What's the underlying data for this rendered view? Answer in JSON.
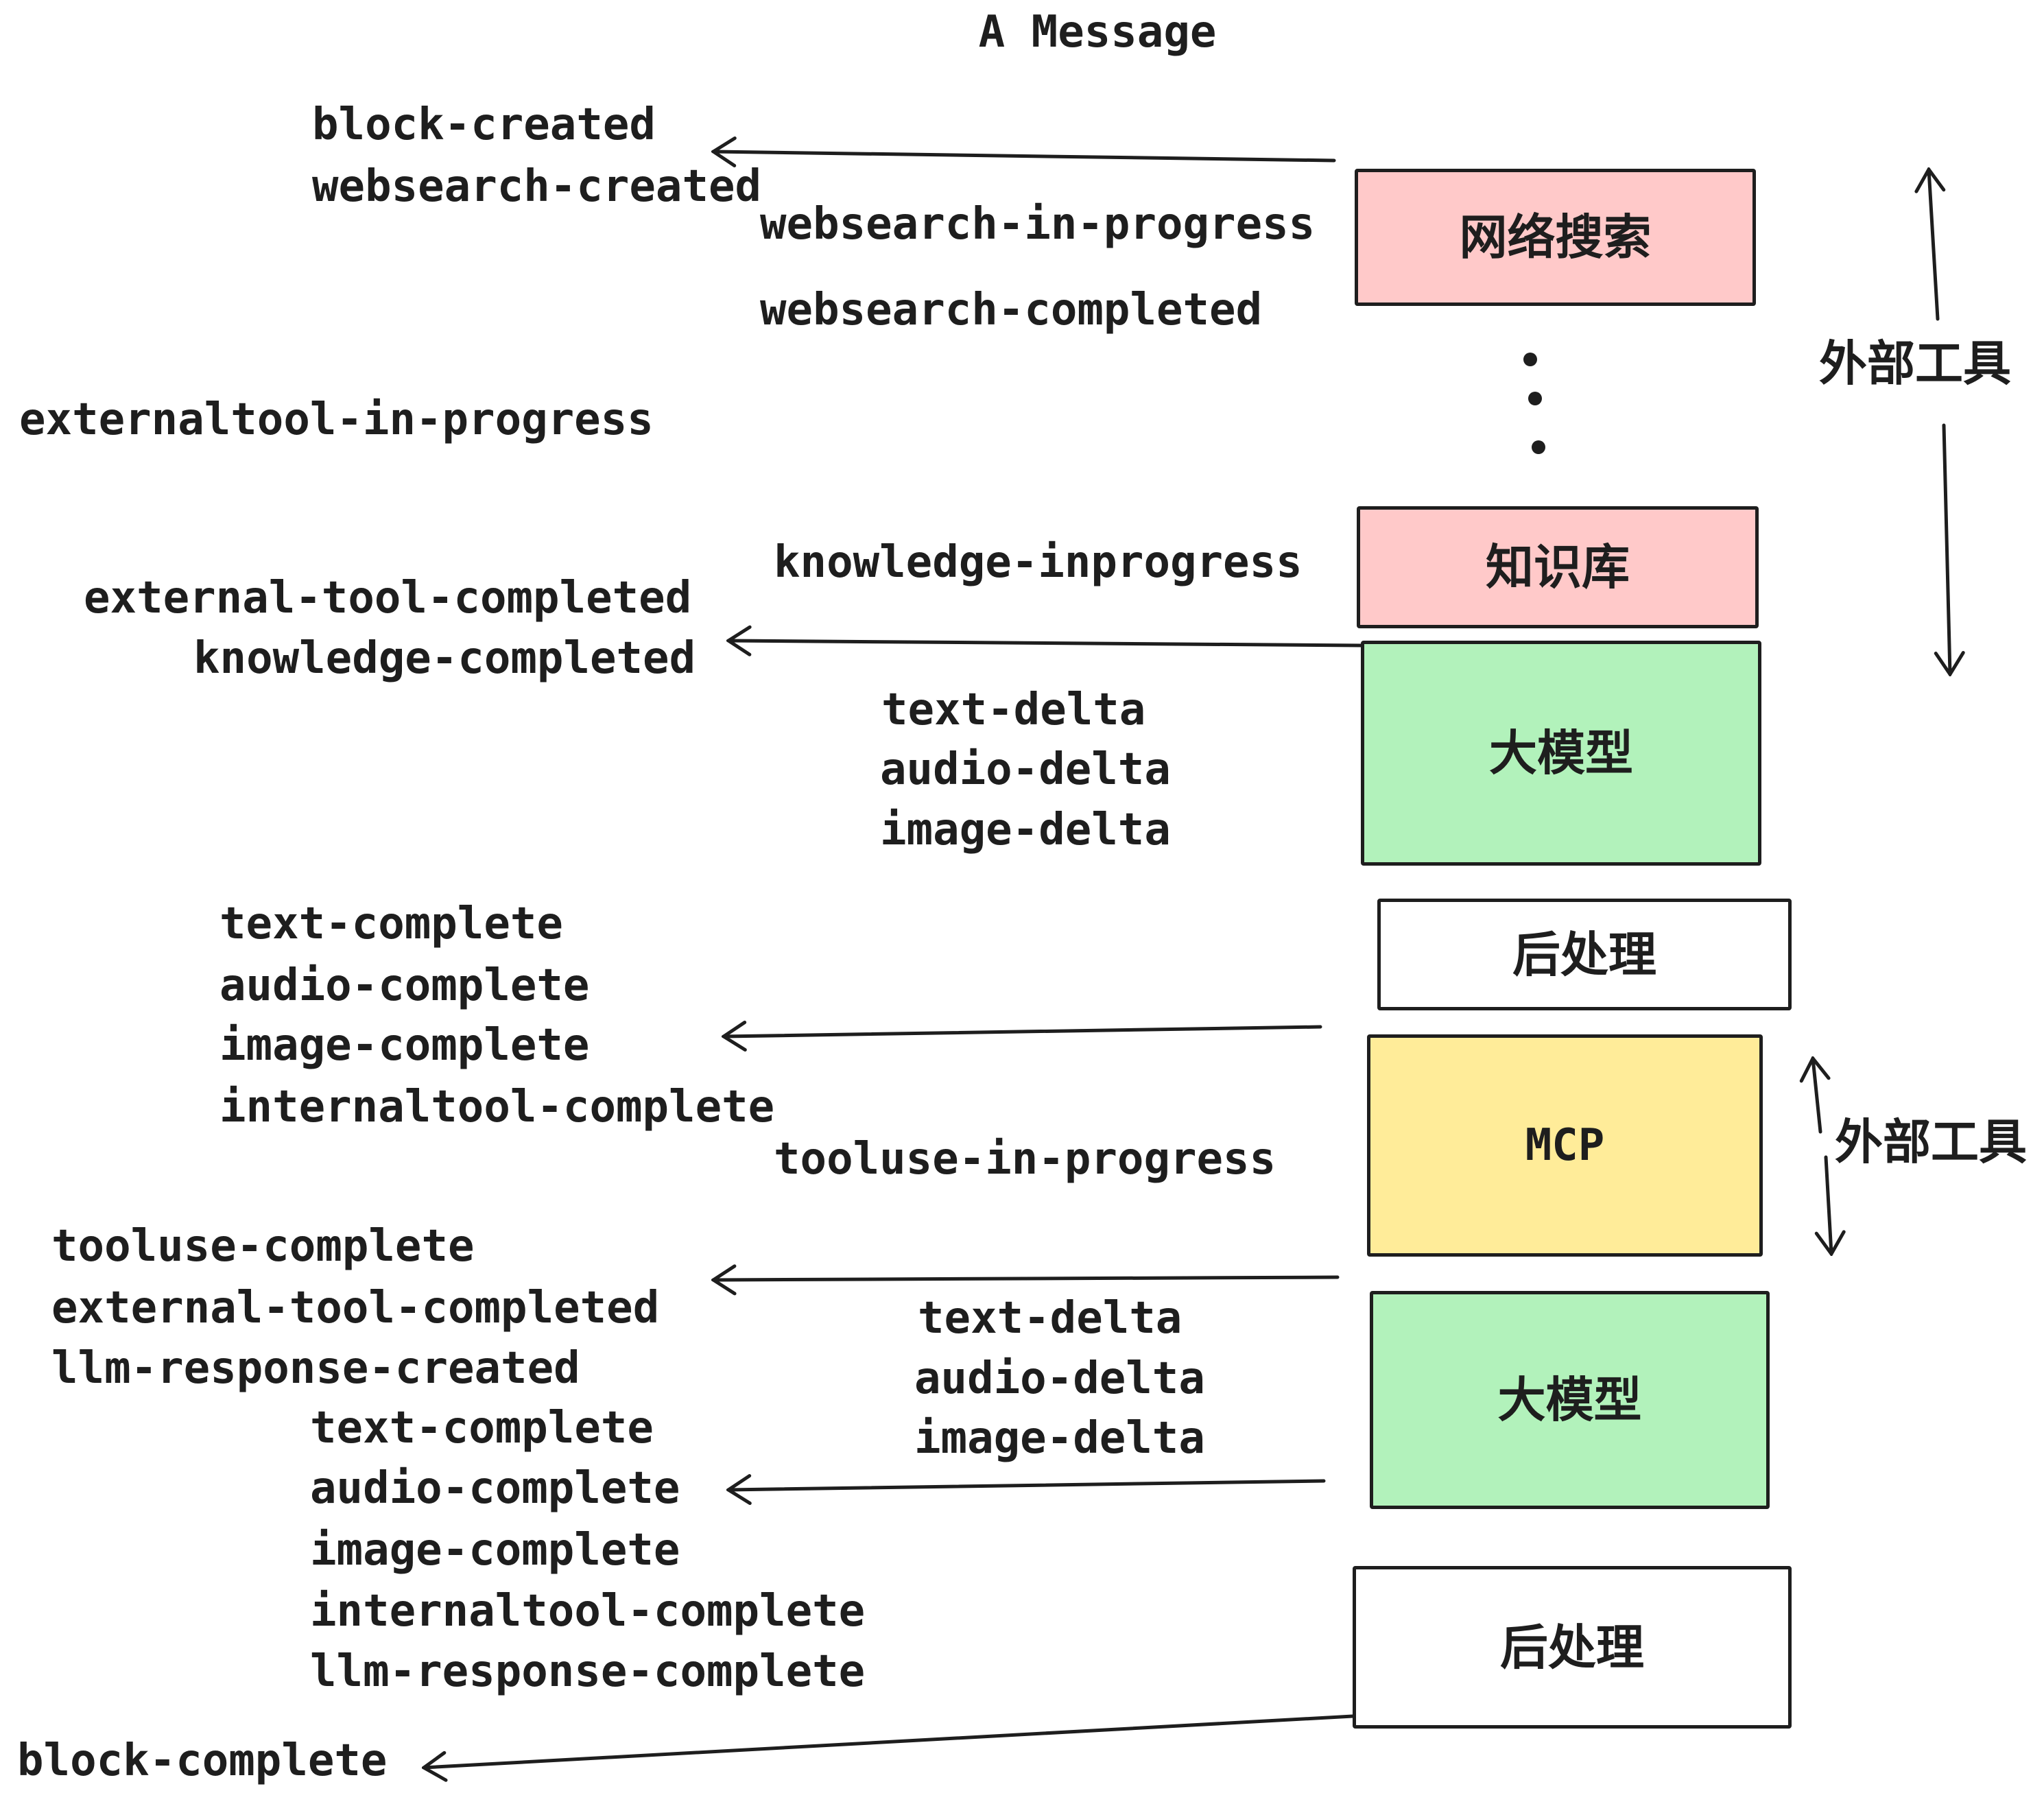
{
  "title": "A Message",
  "colors": {
    "background": "#ffffff",
    "stroke": "#1e1e1e",
    "box_pink": "#ffc9c9",
    "box_green": "#b2f2bb",
    "box_yellow": "#ffec99",
    "box_white": "#ffffff"
  },
  "boxes": [
    {
      "id": "websearch",
      "label": "网络搜索",
      "color": "#ffc9c9"
    },
    {
      "id": "knowledge",
      "label": "知识库",
      "color": "#ffc9c9"
    },
    {
      "id": "llm-1",
      "label": "大模型",
      "color": "#b2f2bb"
    },
    {
      "id": "postprocess-1",
      "label": "后处理",
      "color": "#ffffff"
    },
    {
      "id": "mcp",
      "label": "MCP",
      "color": "#ffec99"
    },
    {
      "id": "llm-2",
      "label": "大模型",
      "color": "#b2f2bb"
    },
    {
      "id": "postprocess-2",
      "label": "后处理",
      "color": "#ffffff"
    }
  ],
  "side_labels": {
    "external_tools_top": "外部工具",
    "external_tools_mcp": "外部工具"
  },
  "events": {
    "block_created": "block-created",
    "websearch_created": "websearch-created",
    "websearch_in_progress": "websearch-in-progress",
    "websearch_completed": "websearch-completed",
    "externaltool_in_progress": "externaltool-in-progress",
    "knowledge_inprogress": "knowledge-inprogress",
    "external_tool_completed": "external-tool-completed",
    "knowledge_completed": "knowledge-completed",
    "text_delta_1": "text-delta",
    "audio_delta_1": "audio-delta",
    "image_delta_1": "image-delta",
    "text_complete_1": "text-complete",
    "audio_complete_1": "audio-complete",
    "image_complete_1": "image-complete",
    "internaltool_complete_1": "internaltool-complete",
    "tooluse_in_progress": "tooluse-in-progress",
    "tooluse_complete": "tooluse-complete",
    "external_tool_completed_2": "external-tool-completed",
    "llm_response_created": "llm-response-created",
    "text_delta_2": "text-delta",
    "audio_delta_2": "audio-delta",
    "image_delta_2": "image-delta",
    "text_complete_2": "text-complete",
    "audio_complete_2": "audio-complete",
    "image_complete_2": "image-complete",
    "internaltool_complete_2": "internaltool-complete",
    "llm_response_complete": "llm-response-complete",
    "block_complete": "block-complete"
  }
}
